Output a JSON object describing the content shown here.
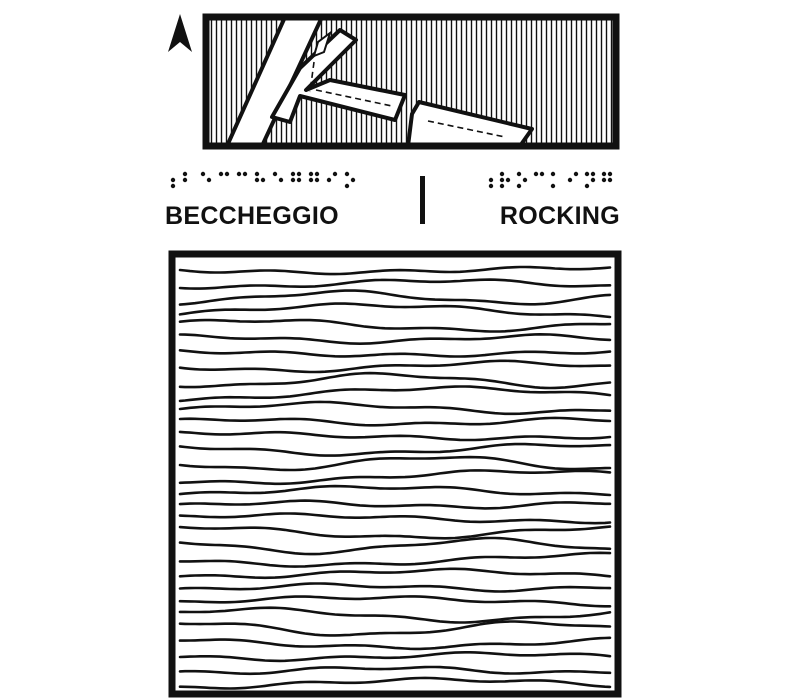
{
  "labels": {
    "italian": "BECCHEGGIO",
    "english": "ROCKING"
  },
  "braille": {
    "italian": "⠰⠃⠑⠉⠉⠓⠑⠛⠛⠊⠕",
    "english": "⠰⠗⠕⠉⠅⠊⠝⠛"
  },
  "icons": {
    "north_arrow": "north-arrow-icon",
    "boat_diagram": "boat-in-dock-diagram",
    "waves": "wave-lines-pattern"
  },
  "colors": {
    "ink": "#111111",
    "background": "#ffffff"
  }
}
